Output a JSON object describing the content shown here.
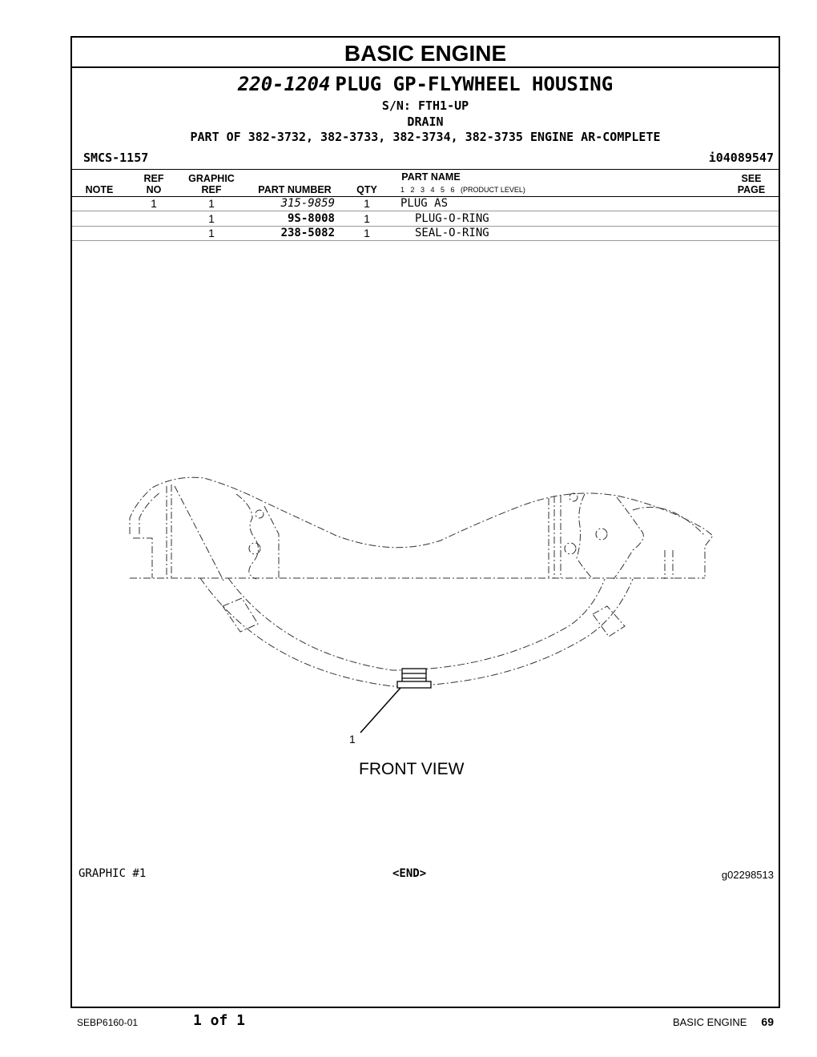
{
  "section_title": "BASIC ENGINE",
  "doc": {
    "part_no": "220-1204",
    "title": "PLUG GP-FLYWHEEL HOUSING",
    "serial": "S/N: FTH1-UP",
    "subtitle": "DRAIN",
    "part_of": "PART OF 382-3732, 382-3733, 382-3734, 382-3735 ENGINE AR-COMPLETE",
    "smcs": "SMCS-1157",
    "info_id": "i04089547"
  },
  "table": {
    "headers": {
      "note": "NOTE",
      "ref_top": "REF",
      "ref_bottom": "NO",
      "graphic_top": "GRAPHIC",
      "graphic_bottom": "REF",
      "part_number": "PART NUMBER",
      "qty": "QTY",
      "part_name": "PART NAME",
      "levels": "1   2   3   4   5   6   (PRODUCT LEVEL)",
      "see_top": "SEE",
      "see_bottom": "PAGE"
    },
    "rows": [
      {
        "ref_no": "1",
        "graphic_ref": "1",
        "part_number": "315-9859",
        "qty": "1",
        "part_name": "PLUG AS"
      },
      {
        "ref_no": "",
        "graphic_ref": "1",
        "part_number": "9S-8008",
        "qty": "1",
        "part_name": "PLUG-O-RING"
      },
      {
        "ref_no": "",
        "graphic_ref": "1",
        "part_number": "238-5082",
        "qty": "1",
        "part_name": "SEAL-O-RING"
      }
    ]
  },
  "graphic": {
    "callout": "1",
    "view_label": "FRONT VIEW",
    "graphic_label": "GRAPHIC #1",
    "end_label": "<END>",
    "graphic_id": "g02298513"
  },
  "footer": {
    "doc_number": "SEBP6160-01",
    "page_of": "1 of 1",
    "section": "BASIC ENGINE",
    "page_number": "69"
  }
}
